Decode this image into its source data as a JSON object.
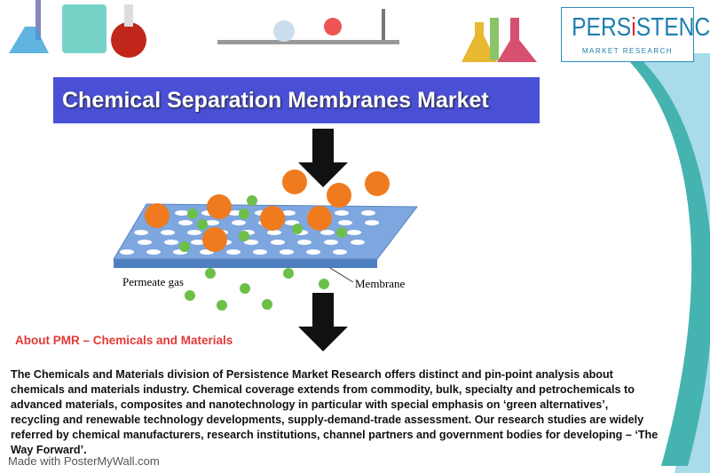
{
  "logo": {
    "brand_pre": "PERS",
    "brand_accent": "i",
    "brand_post": "STENCE",
    "tagline": "MARKET RESEARCH"
  },
  "title": "Chemical Separation Membranes Market",
  "diagram": {
    "permeate_label": "Permeate gas",
    "membrane_label": "Membrane"
  },
  "about_heading": "About PMR – Chemicals and Materials",
  "about_text": "The Chemicals and Materials division of Persistence Market Research offers distinct and pin-point analysis about chemicals and materials industry. Chemical coverage extends from commodity, bulk, specialty and petrochemicals to advanced materials, composites and nanotechnology in particular with special emphasis on ‘green alternatives’, recycling and renewable technology developments, supply-demand-trade assessment. Our research studies are widely referred by chemical manufacturers, research institutions, channel partners and government bodies for developing – ‘The Way Forward’.",
  "footer": "Made with PosterMyWall.com",
  "colors": {
    "banner": "#4a50d6",
    "accent_red": "#e23a36",
    "teal": "#45b3b0",
    "light_blue": "#a9dbe8",
    "orange": "#f07a1e",
    "green": "#6cc04a"
  }
}
